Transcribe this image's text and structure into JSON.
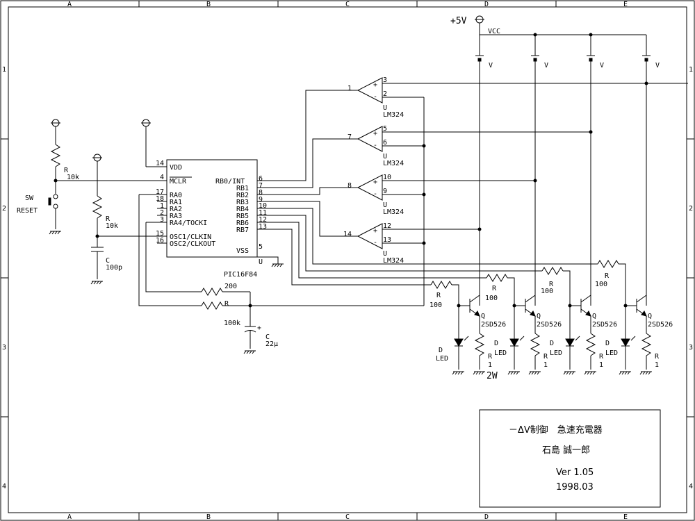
{
  "border": {
    "columns": [
      "A",
      "B",
      "C",
      "D",
      "E"
    ],
    "rows": [
      "1",
      "2",
      "3",
      "4"
    ]
  },
  "supply": {
    "plus5v": "+5V",
    "vcc": "VCC",
    "v": "V"
  },
  "mcu": {
    "name": "PIC16F84",
    "unit": "U",
    "pins_left": [
      {
        "num": "14",
        "name": "VDD"
      },
      {
        "num": "4",
        "name": "MCLR"
      },
      {
        "num": "17",
        "name": "RA0"
      },
      {
        "num": "18",
        "name": "RA1"
      },
      {
        "num": "1",
        "name": "RA2"
      },
      {
        "num": "2",
        "name": "RA3"
      },
      {
        "num": "3",
        "name": "RA4/TOCKI"
      },
      {
        "num": "15",
        "name": "OSC1/CLKIN"
      },
      {
        "num": "16",
        "name": "OSC2/CLKOUT"
      }
    ],
    "pins_right": [
      {
        "num": "6",
        "name": "RB0/INT"
      },
      {
        "num": "7",
        "name": "RB1"
      },
      {
        "num": "8",
        "name": "RB2"
      },
      {
        "num": "9",
        "name": "RB3"
      },
      {
        "num": "10",
        "name": "RB4"
      },
      {
        "num": "11",
        "name": "RB5"
      },
      {
        "num": "12",
        "name": "RB6"
      },
      {
        "num": "13",
        "name": "RB7"
      },
      {
        "num": "5",
        "name": "VSS"
      }
    ]
  },
  "opamps": [
    {
      "out": "1",
      "plus": "3",
      "minus": "2",
      "unit": "U",
      "name": "LM324"
    },
    {
      "out": "7",
      "plus": "5",
      "minus": "6",
      "unit": "U",
      "name": "LM324"
    },
    {
      "out": "8",
      "plus": "10",
      "minus": "9",
      "unit": "U",
      "name": "LM324"
    },
    {
      "out": "14",
      "plus": "12",
      "minus": "13",
      "unit": "U",
      "name": "LM324"
    }
  ],
  "components": {
    "r_mclr": {
      "ref": "R",
      "value": "10k"
    },
    "sw": {
      "ref": "SW",
      "value": "RESET"
    },
    "r_osc": {
      "ref": "R",
      "value": "10k"
    },
    "c_osc": {
      "ref": "C",
      "value": "100p"
    },
    "r_200": {
      "value": "200"
    },
    "r_100k": {
      "ref": "R",
      "value": "100k"
    },
    "c_22u": {
      "ref": "C",
      "value": "22μ",
      "plus": "+"
    },
    "base_r": {
      "ref": "R",
      "value": "100"
    },
    "transistor": {
      "ref": "Q",
      "value": "2SD526"
    },
    "led": {
      "ref": "D",
      "value": "LED"
    },
    "r_load": {
      "ref": "R",
      "value": "1"
    },
    "power_note": "2W"
  },
  "title_block": {
    "title": "－ΔV制御　急速充電器",
    "author": "石島 誠一郎",
    "version": "Ver 1.05",
    "date": "1998.03"
  }
}
